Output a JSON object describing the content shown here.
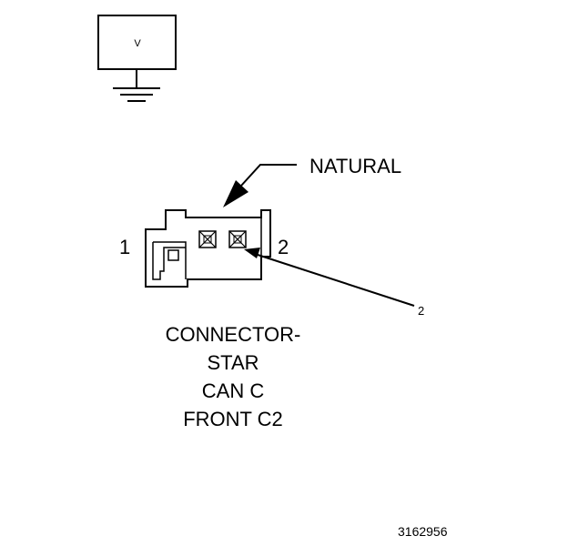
{
  "colors": {
    "ink": "#000000",
    "background": "#ffffff"
  },
  "icons": {
    "meter": "voltmeter-symbol",
    "ground": "ground-symbol",
    "connector": "two-cavity-connector",
    "terminal": "terminal-cavity-icon"
  },
  "meter": {
    "label": "V"
  },
  "connector": {
    "color_label": "NATURAL",
    "pin_labels": {
      "left": "1",
      "right": "2"
    },
    "probe_callout": "2",
    "name_lines": [
      "CONNECTOR-",
      "STAR",
      "CAN C",
      "FRONT C2"
    ]
  },
  "figure_id": "3162956"
}
